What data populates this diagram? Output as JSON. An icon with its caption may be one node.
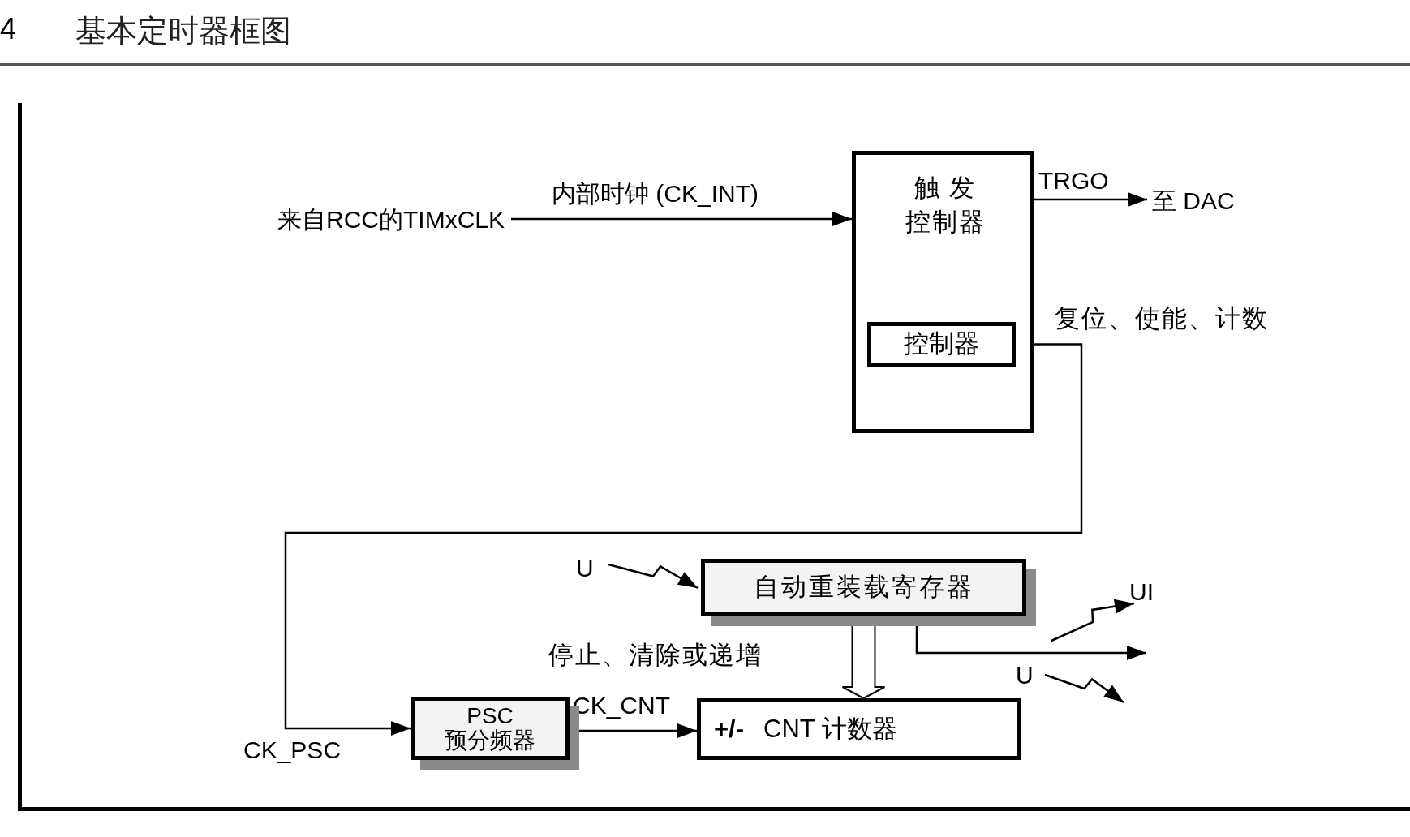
{
  "diagram": {
    "title": "基本定时器框图",
    "nodes": [
      {
        "text": [
          "来自RCC的TIMxCLK"
        ]
      },
      {
        "text": [
          "触 发控制器"
        ]
      },
      {
        "text": [
          "控制器"
        ],
        "in": 1
      },
      {
        "text": [
          "至 DAC"
        ]
      },
      {
        "text": [
          "U"
        ]
      },
      {
        "text": [
          "自动重装载寄存器"
        ]
      },
      {
        "text": [
          "PSC",
          "预分频器"
        ]
      },
      {
        "text": [
          "+/-",
          "CNT 计数器"
        ]
      },
      {
        "text": [
          "UI"
        ]
      },
      {
        "text": [
          "U"
        ]
      }
    ],
    "edges": [
      {
        "from": 0,
        "to": 1,
        "arrow": "to",
        "label": "内部时钟 (CK_INT)"
      },
      {
        "from": 1,
        "to": 3,
        "arrow": "to",
        "label": "TRGO"
      },
      {
        "from": 2,
        "to": 6,
        "arrow": "to",
        "label": "CK_PSC"
      },
      {
        "from": 4,
        "to": 5,
        "arrow": "to"
      },
      {
        "from": 6,
        "to": 7,
        "arrow": "to",
        "label": "CK_CNT"
      },
      {
        "from": 5,
        "to": 7,
        "arrow": "to",
        "style": "thick"
      },
      {
        "from": 5,
        "to": null,
        "arrow": "to"
      },
      {
        "from": null,
        "to": 8,
        "arrow": "to"
      },
      {
        "from": 9,
        "to": null,
        "arrow": "to"
      }
    ],
    "labels": [
      "4",
      "复位、使能、计数",
      "停止、清除或递增"
    ]
  }
}
